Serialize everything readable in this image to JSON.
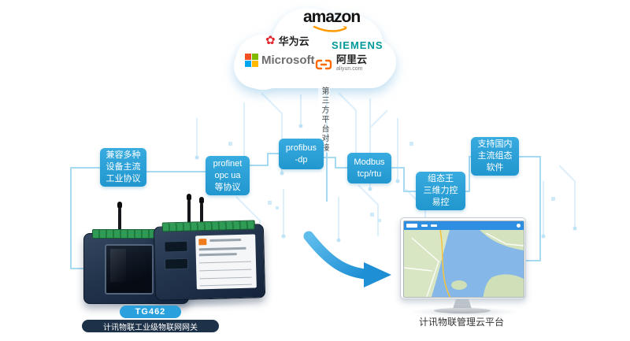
{
  "cloud": {
    "huawei_label": "华为云",
    "amazon_label": "amazon",
    "siemens_label": "SIEMENS",
    "microsoft_label": "Microsoft",
    "aliyun_label": "阿里云",
    "aliyun_domain": "aliyun.com"
  },
  "connector": {
    "label": "第三方平台对接"
  },
  "boxes": {
    "compat": {
      "lines": [
        "兼容多种",
        "设备主流",
        "工业协议"
      ]
    },
    "profinet": {
      "lines": [
        "profinet",
        "opc ua",
        "等协议"
      ]
    },
    "profibus": {
      "lines": [
        "profibus",
        "-dp"
      ]
    },
    "modbus": {
      "lines": [
        "Modbus",
        "tcp/rtu"
      ]
    },
    "scada": {
      "lines": [
        "组态王",
        "三维力控",
        "易控"
      ]
    },
    "support": {
      "lines": [
        "支持国内",
        "主流组态",
        "软件"
      ]
    }
  },
  "device": {
    "model": "TG462",
    "badge": "计讯物联工业级物联网网关"
  },
  "platform": {
    "label": "计讯物联管理云平台"
  },
  "colors": {
    "box_blue": "#2aa2db",
    "line_blue": "#a8daf2",
    "arrow_blue": "#2596d8",
    "badge_dark": "#1d3148",
    "siemens_teal": "#009999",
    "amazon_orange": "#ff9900",
    "huawei_red": "#e0262c",
    "aliyun_orange": "#ff6a00",
    "ms_red": "#f25022",
    "ms_green": "#7fba00",
    "ms_blue": "#00a4ef",
    "ms_yellow": "#ffb900"
  }
}
